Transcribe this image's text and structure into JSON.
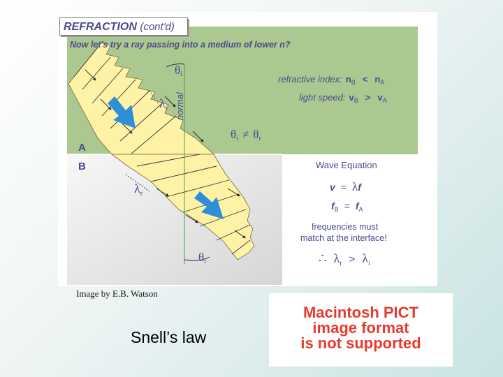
{
  "title": {
    "main": "REFRACTION",
    "sub": "(cont'd)"
  },
  "question": "Now let's try a ray passing into a medium of lower n?",
  "media": {
    "upper": "A",
    "lower": "B"
  },
  "angles": {
    "incident": {
      "symbol": "θ",
      "sub": "i"
    },
    "refracted": {
      "symbol": "θ",
      "sub": "r"
    },
    "normal_label": "normal",
    "inequality": {
      "left": "θ",
      "left_sub": "i",
      "op": "≠",
      "right": "θ",
      "right_sub": "r"
    }
  },
  "wavelengths": {
    "incident": {
      "symbol": "λ",
      "sub": "i"
    },
    "refracted": {
      "symbol": "λ",
      "sub": "r"
    }
  },
  "properties": {
    "index_label": "refractive index:",
    "index_left": "n",
    "index_left_sub": "B",
    "index_op": "<",
    "index_right": "n",
    "index_right_sub": "A",
    "speed_label": "light speed:",
    "speed_left": "v",
    "speed_left_sub": "B",
    "speed_op": ">",
    "speed_right": "v",
    "speed_right_sub": "A"
  },
  "wave_equation": {
    "heading": "Wave Equation",
    "eq1": {
      "v": "v",
      "eq": "=",
      "lambda": "λ",
      "f": "f"
    },
    "eq2": {
      "left": "f",
      "left_sub": "B",
      "eq": "=",
      "right": "f",
      "right_sub": "A"
    },
    "note_line1": "frequencies must",
    "note_line2": "match at the interface!",
    "conclusion": {
      "therefore": "∴",
      "left": "λ",
      "left_sub": "r",
      "op": ">",
      "right": "λ",
      "right_sub": "i"
    }
  },
  "credit": "Image by E.B. Watson",
  "caption": "Snell’s law",
  "pict_notice": {
    "line1": "Macintosh PICT",
    "line2": "image format",
    "line3": "is not supported"
  },
  "colors": {
    "medium_a": "#aac88f",
    "medium_b": "#eeeeee",
    "beam": "#fdf2a5",
    "arrow": "#2e8fd8",
    "label_purple": "#4b4b8f",
    "normal_line": "#46a046",
    "pict_red": "#e63b2e"
  }
}
